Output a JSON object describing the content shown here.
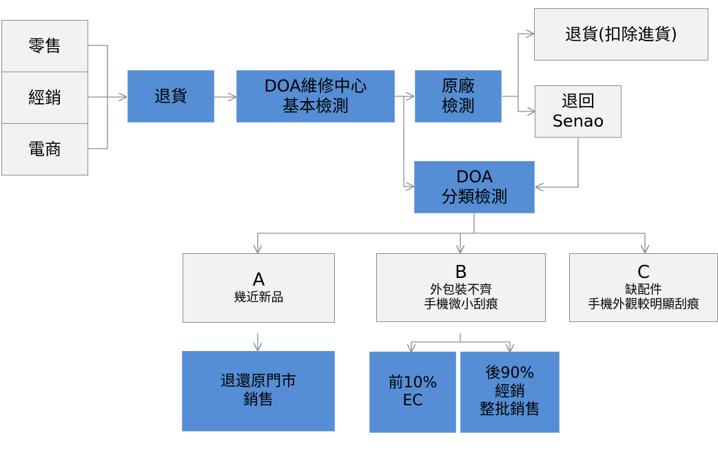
{
  "sources": [
    {
      "label": "零售"
    },
    {
      "label": "經銷"
    },
    {
      "label": "電商"
    }
  ],
  "return_goods": {
    "label": "退貨"
  },
  "doa_center": {
    "line1": "DOA維修中心",
    "line2": "基本檢測"
  },
  "factory_test": {
    "line1": "原廠",
    "line2": "檢測"
  },
  "return_deduct": {
    "label": "退貨(扣除進貨)"
  },
  "return_senao": {
    "line1": "退回",
    "line2": "Senao"
  },
  "doa_classify": {
    "line1": "DOA",
    "line2": "分類檢測"
  },
  "grade_a": {
    "grade": "A",
    "desc1": "幾近新品"
  },
  "grade_b": {
    "grade": "B",
    "desc1": "外包裝不齊",
    "desc2": "手機微小刮痕"
  },
  "grade_c": {
    "grade": "C",
    "desc1": "缺配件",
    "desc2": "手機外觀較明顯刮痕"
  },
  "outcome_a": {
    "line1": "退還原門市",
    "line2": "銷售"
  },
  "outcome_b1": {
    "line1": "前10%",
    "line2": "EC"
  },
  "outcome_b2": {
    "line1": "後90%",
    "line2": "經銷",
    "line3": "整批銷售"
  },
  "colors": {
    "process_fill": "#558ed5",
    "terminal_fill": "#f2f2f2",
    "connector": "#8c8c8c"
  }
}
